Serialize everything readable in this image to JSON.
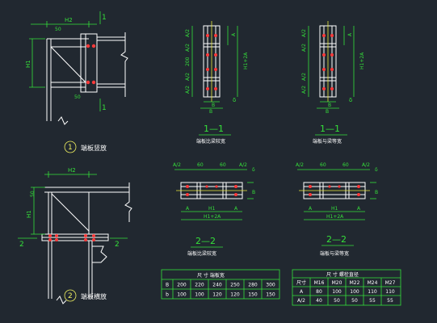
{
  "detail1": {
    "dim_h2": "H2",
    "dim_h1": "H1",
    "dim_50_top": "50",
    "dim_50_bot": "50",
    "section_mark": "1",
    "circle_num": "1",
    "caption": "端板竖放"
  },
  "detail2": {
    "dim_h2": "H2",
    "dim_h1": "H1",
    "dim_50": "50",
    "section_mark": "2",
    "circle_num": "2",
    "caption": "端板横放"
  },
  "plate_v_left": {
    "dims_left": [
      "A/2",
      "A/2",
      "200",
      "A/2",
      "A/2"
    ],
    "dim_a": "A",
    "dim_h1_2a": "H1+2A",
    "dim_b": "B",
    "dim_delta": "δ",
    "section": "1—1",
    "caption": "端板比梁较宽"
  },
  "plate_v_right": {
    "dims_left": [
      "A/2",
      "A/2",
      "A/2",
      "A/2"
    ],
    "dim_a": "A",
    "dim_h1_2a": "H1+2A",
    "dim_b": "B",
    "dim_delta": "δ",
    "section": "1—1",
    "caption": "端板与梁等宽"
  },
  "plate_h_left": {
    "dim_a2": "A/2",
    "dim_60a": "60",
    "dim_60b": "60",
    "dim_a2b": "A/2",
    "dim_a": "A",
    "dim_h1": "H1",
    "dim_h1_2a": "H1+2A",
    "dim_delta": "δ",
    "section": "2—2",
    "caption": "端板比梁较宽"
  },
  "plate_h_right": {
    "dim_a2": "A/2",
    "dim_60a": "60",
    "dim_60b": "60",
    "dim_a2b": "A/2",
    "dim_a": "A",
    "dim_h1": "H1",
    "dim_h1_2a": "H1+2A",
    "dim_delta": "δ",
    "section": "2—2",
    "caption": "端板与梁等宽"
  },
  "table_left": {
    "header": "尺 寸  端板宽",
    "rows": [
      [
        "B",
        "200",
        "220",
        "240",
        "250",
        "280",
        "300"
      ],
      [
        "b",
        "100",
        "100",
        "120",
        "120",
        "150",
        "150"
      ]
    ]
  },
  "table_right": {
    "header": "尺 寸  螺栓直径",
    "rows": [
      [
        "尺寸",
        "M16",
        "M20",
        "M22",
        "M24",
        "M27"
      ],
      [
        "A",
        "80",
        "100",
        "100",
        "110",
        "110"
      ],
      [
        "A/2",
        "40",
        "50",
        "50",
        "55",
        "55"
      ]
    ]
  },
  "colors": {
    "background": "#212830",
    "dimension": "#35e03a",
    "bolt": "#ff3a3a",
    "outline": "#ffffff",
    "centerline": "#e8e83a"
  }
}
